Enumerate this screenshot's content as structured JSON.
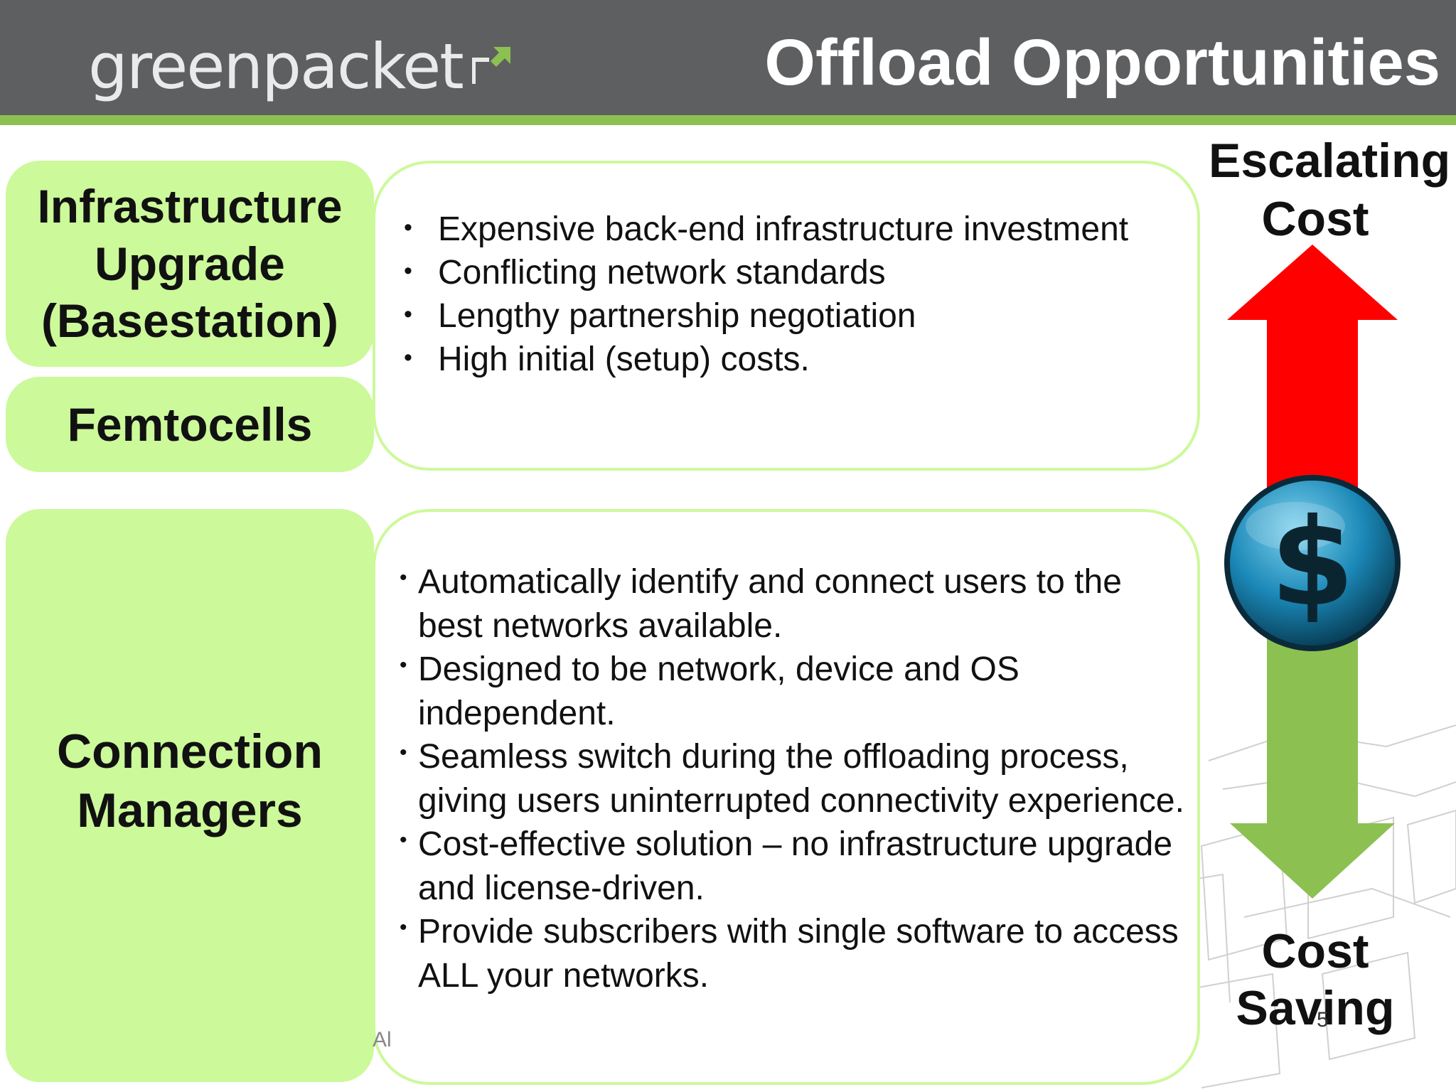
{
  "header": {
    "logo_text": "greenpacket",
    "title": "Offload Opportunities"
  },
  "colors": {
    "header_bg": "#5e5f61",
    "accent_green": "#8cc152",
    "label_bg": "#ccf99a",
    "arrow_red": "#ff0000",
    "arrow_green": "#8cc152"
  },
  "rows": [
    {
      "label": "Infrastructure Upgrade (Basestation)"
    },
    {
      "label": "Femtocells"
    },
    {
      "label": "Connection Managers"
    }
  ],
  "top_bullets": [
    "Expensive back-end infrastructure investment",
    "Conflicting network standards",
    "Lengthy partnership negotiation",
    "High initial (setup) costs."
  ],
  "bottom_bullets": [
    "Automatically identify and connect users to the best networks available.",
    "Designed to be network, device and OS independent.",
    "Seamless switch during the offloading process, giving users uninterrupted connectivity experience.",
    "Cost-effective solution – no infrastructure upgrade and license-driven.",
    "Provide subscribers with single software to access ALL your networks."
  ],
  "scale": {
    "top_label": "Escalating Cost",
    "bottom_label": "Cost Saving",
    "center_icon": "dollar-coin-icon"
  },
  "footer": {
    "fragment": "Al",
    "page_number": "5"
  }
}
